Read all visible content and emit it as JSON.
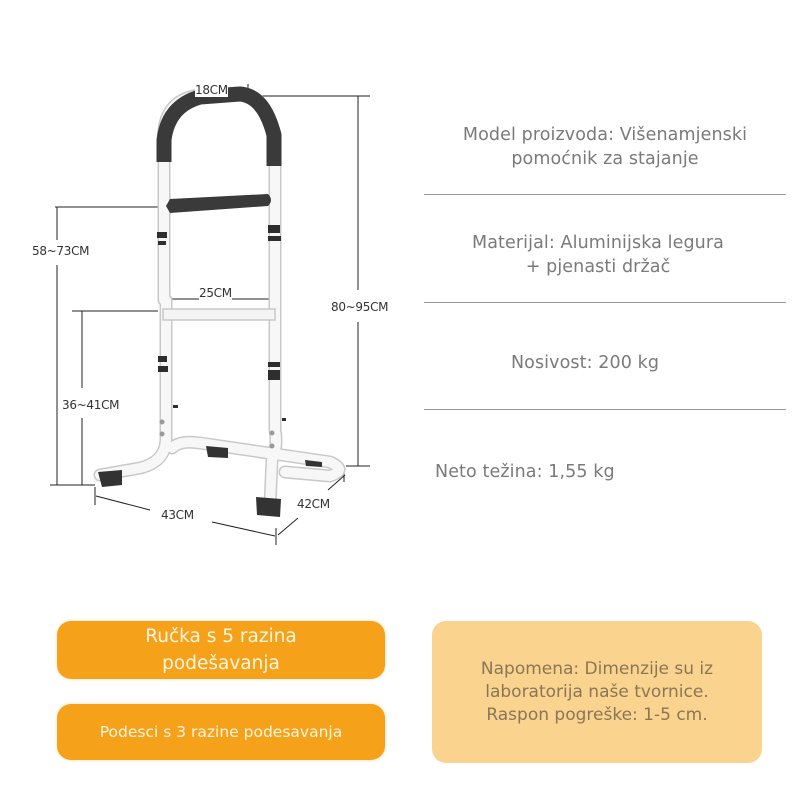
{
  "product_diagram": {
    "dimensions": {
      "handle_width": "18CM",
      "total_height": "80~95CM",
      "handle_height": "58~73CM",
      "crossbar_width": "25CM",
      "crossbar_height": "36~41CM",
      "base_width": "43CM",
      "base_depth": "42CM"
    }
  },
  "specs": [
    {
      "label": "Model proizvoda: Višenamjenski",
      "label2": "pomoćnik za stajanje"
    },
    {
      "label": "Materijal: Aluminijska legura",
      "label2": "+ pjenasti držač"
    },
    {
      "label": "Nosivost: 200 kg"
    },
    {
      "label": "Neto težina: 1,55 kg"
    }
  ],
  "features": [
    {
      "line1": "Ručka s 5 razina",
      "line2": "podešavanja"
    },
    {
      "line1": "Podesci s 3 razine podesavanja"
    }
  ],
  "note": {
    "line1": "Napomena: Dimenzije su iz",
    "line2": "laboratorija naše tvornice.",
    "line3": "Raspon pogreške: 1-5 cm."
  },
  "colors": {
    "accent_orange": "#f5a11a",
    "note_background": "#fad38e",
    "spec_text": "#7a7a7a",
    "foam_grip": "#3a3a3a"
  }
}
